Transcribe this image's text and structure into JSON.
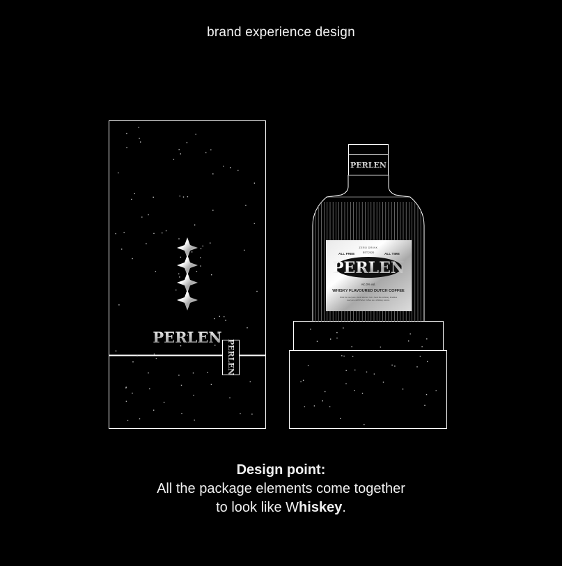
{
  "header": {
    "title": "brand experience design"
  },
  "box": {
    "brand": "PERLEN",
    "seal_text": "PERLEN"
  },
  "bottle": {
    "neck_brand": "PERLEN",
    "label": {
      "arc_text": "ZERO DRINK",
      "left_tag": "ALL FREE",
      "est": "EST.2020",
      "right_tag": "ALL TIME",
      "brand": "PERLEN",
      "abv": "Alc.0% vol.",
      "tagline": "WHISKY FLAVOURED DUTCH COFFEE",
      "fine_print_1": "Drink for everyone. Avoid alcohol, but it feels like whiskey. Enables",
      "fine_print_2": "everyone with Perlen Coffee as a whiskey source."
    }
  },
  "caption": {
    "heading": "Design point:",
    "line1": "All the package elements come together",
    "line2_prefix": "to look like W",
    "line2_bold": "hiskey",
    "line2_suffix": "."
  },
  "colors": {
    "background": "#000000",
    "line": "#ffffff",
    "silver_light": "#f4f4f4",
    "silver_dark": "#9a9a9a"
  }
}
